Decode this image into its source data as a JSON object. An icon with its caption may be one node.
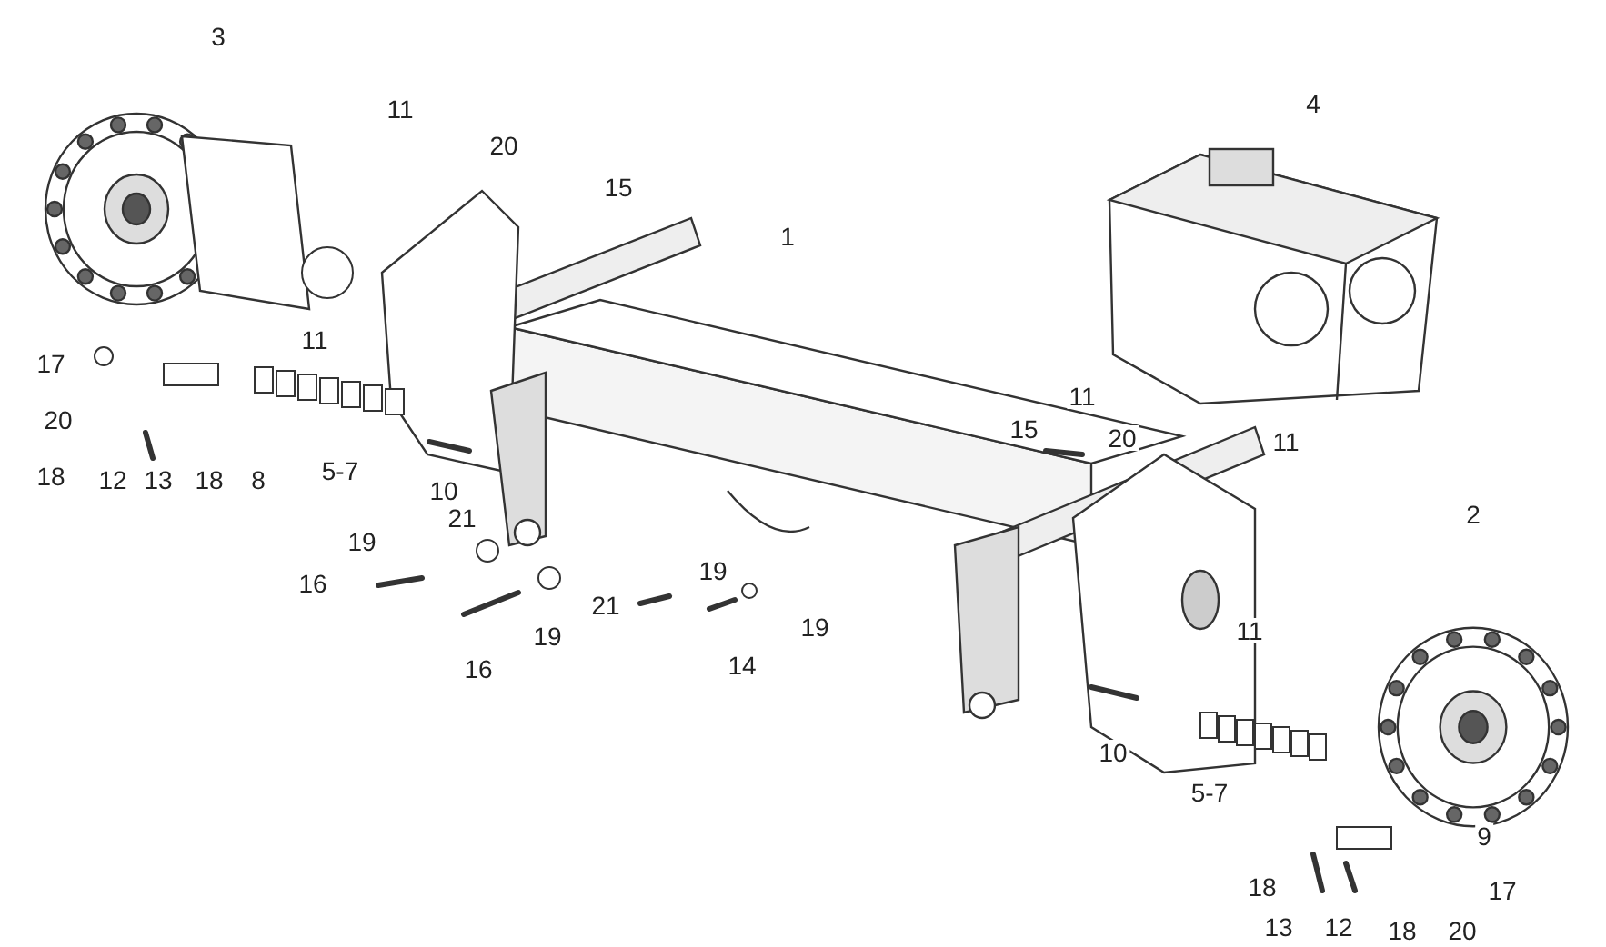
{
  "diagram": {
    "labels": [
      "3",
      "11",
      "20",
      "4",
      "15",
      "1",
      "11",
      "17",
      "11",
      "20",
      "15",
      "20",
      "11",
      "18",
      "12",
      "13",
      "18",
      "8",
      "5-7",
      "10",
      "21",
      "2",
      "19",
      "19",
      "16",
      "21",
      "19",
      "19",
      "11",
      "16",
      "14",
      "10",
      "5-7",
      "9",
      "18",
      "17",
      "13",
      "12",
      "18",
      "20"
    ]
  }
}
